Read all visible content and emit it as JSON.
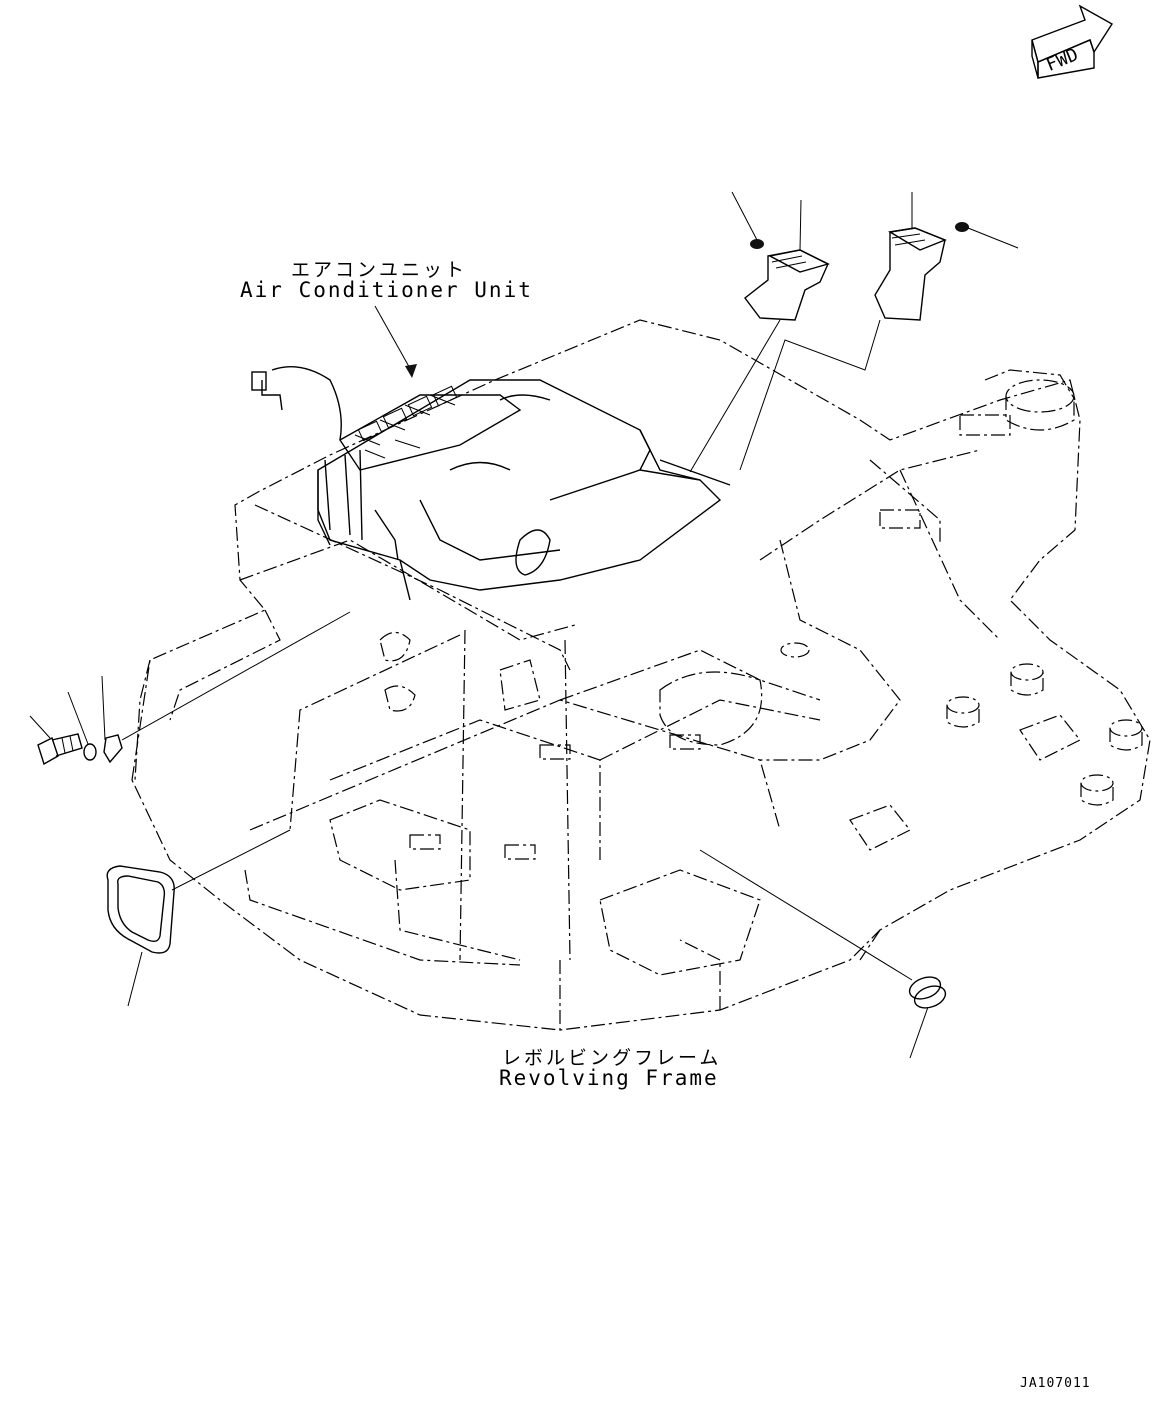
{
  "orientation": {
    "fwd_label": "FWD",
    "icon": "fwd-arrow-icon"
  },
  "labels": {
    "air_conditioner_jp": "エアコンユニット",
    "air_conditioner_en": "Air Conditioner Unit",
    "revolving_frame_jp": "レボルビングフレーム",
    "revolving_frame_en": "Revolving Frame"
  },
  "drawing_code": "JA107011",
  "parts": [
    {
      "name": "nut-left",
      "icon": "nut-icon"
    },
    {
      "name": "duct-left",
      "icon": "duct-icon"
    },
    {
      "name": "duct-right",
      "icon": "duct-icon"
    },
    {
      "name": "nut-right",
      "icon": "nut-icon"
    },
    {
      "name": "bolt",
      "icon": "bolt-icon"
    },
    {
      "name": "washer",
      "icon": "washer-icon"
    },
    {
      "name": "clamp",
      "icon": "clamp-icon"
    },
    {
      "name": "seal-frame",
      "icon": "seal-icon"
    },
    {
      "name": "grommet",
      "icon": "grommet-icon"
    }
  ]
}
